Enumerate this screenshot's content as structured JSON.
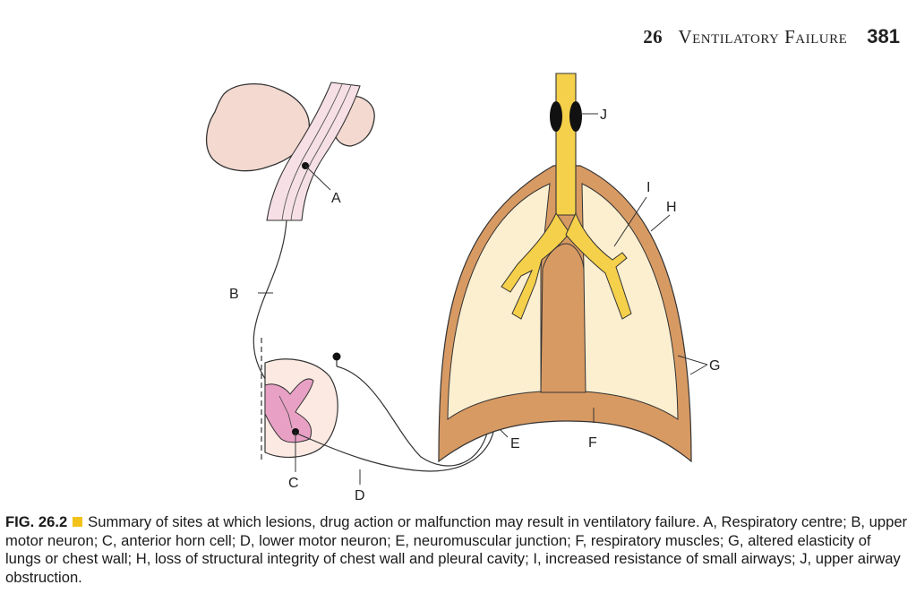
{
  "header": {
    "chapter_number": "26",
    "chapter_title": "Ventilatory Failure",
    "page_number": "381"
  },
  "figure": {
    "labels": {
      "A": "A",
      "B": "B",
      "C": "C",
      "D": "D",
      "E": "E",
      "F": "F",
      "G": "G",
      "H": "H",
      "I": "I",
      "J": "J"
    }
  },
  "caption": {
    "label": "FIG. 26.2",
    "text": "Summary of sites at which lesions, drug action or malfunction may result in ventilatory failure. A, Respiratory centre; B, upper motor neuron; C, anterior horn cell; D, lower motor neuron; E, neuromuscular junction; F, respiratory muscles; G, altered elasticity of lungs or chest wall; H, loss of structural integrity of chest wall and pleural cavity; I, increased resistance of small airways; J, upper airway obstruction."
  },
  "colors": {
    "brain": "#f3d9d0",
    "brainstem": "#f6e0e6",
    "grey_matter": "#e8a0c4",
    "chest_wall": "#d89a63",
    "lung": "#fbefd0",
    "airway": "#f5d04a",
    "caption_marker": "#f2c21a"
  }
}
